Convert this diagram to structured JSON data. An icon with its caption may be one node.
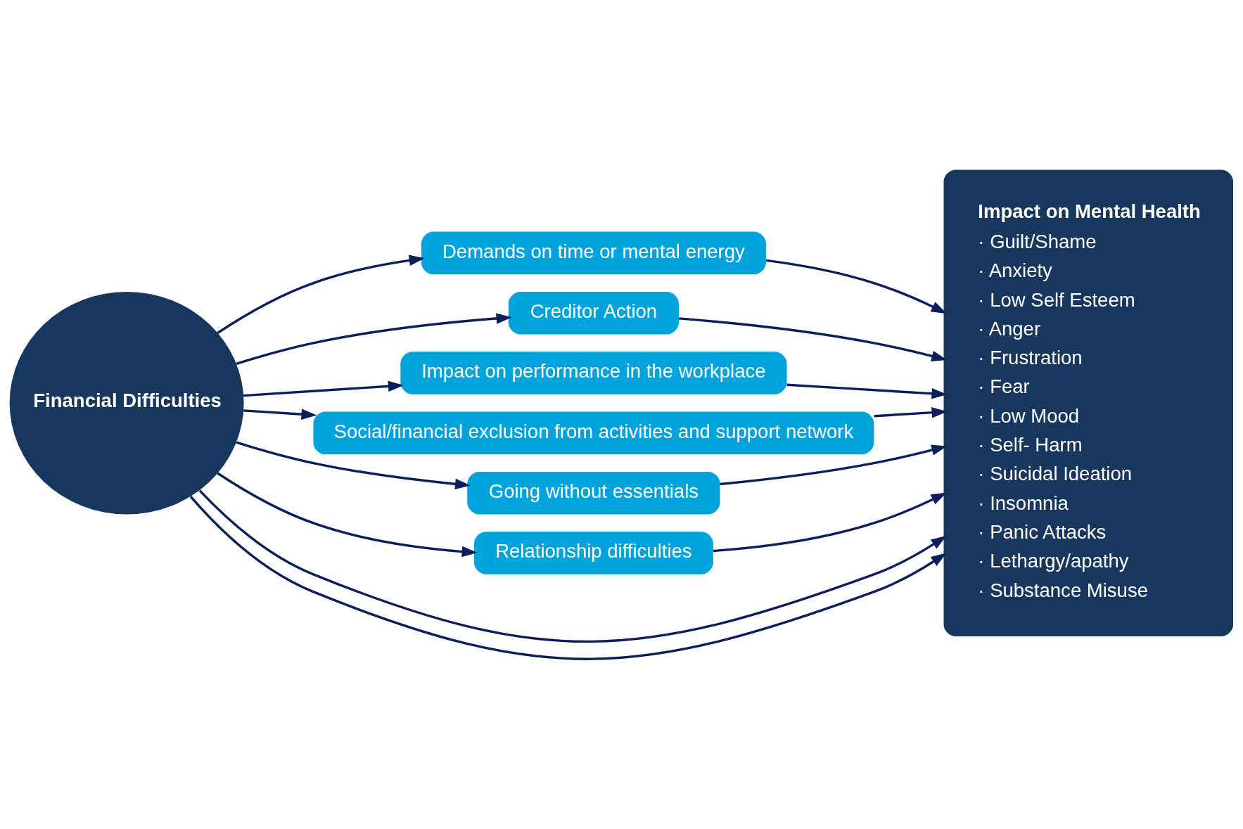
{
  "diagram": {
    "nodes": [
      {
        "text": [
          "Financial Difficulties"
        ]
      },
      {
        "text": [
          "Demands on time or mental energy"
        ]
      },
      {
        "text": [
          "Creditor Action"
        ]
      },
      {
        "text": [
          "Impact on performance in the workplace"
        ]
      },
      {
        "text": [
          "Social/financial exclusion from activities and support network"
        ]
      },
      {
        "text": [
          "Going without essentials"
        ]
      },
      {
        "text": [
          "Relationship difficulties"
        ]
      },
      {
        "text": [
          "Impact on Mental Health",
          "· Guilt/Shame",
          "· Anxiety",
          "· Low Self Esteem",
          "· Anger",
          "· Frustration",
          "· Fear",
          "· Low Mood",
          "· Self- Harm",
          "· Suicidal Ideation",
          "· Insomnia",
          "· Panic Attacks",
          "· Lethargy/apathy",
          "· Substance Misuse"
        ]
      }
    ],
    "edges": [
      {
        "from": 0,
        "to": 7,
        "arrow": "to"
      },
      {
        "from": 0,
        "to": 1,
        "arrow": "to"
      },
      {
        "from": 0,
        "to": 2,
        "arrow": "to"
      },
      {
        "from": 0,
        "to": 3,
        "arrow": "to"
      },
      {
        "from": 0,
        "to": 4,
        "arrow": "to"
      },
      {
        "from": 0,
        "to": 5,
        "arrow": "to"
      },
      {
        "from": 0,
        "to": 6,
        "arrow": "to"
      },
      {
        "from": 0,
        "to": 7,
        "arrow": "to"
      },
      {
        "from": 1,
        "to": 7,
        "arrow": "to"
      },
      {
        "from": 2,
        "to": 7,
        "arrow": "to"
      },
      {
        "from": 3,
        "to": 7,
        "arrow": "to"
      },
      {
        "from": 4,
        "to": 7,
        "arrow": "to"
      },
      {
        "from": 5,
        "to": 7,
        "arrow": "to"
      },
      {
        "from": 6,
        "to": 7,
        "arrow": "to"
      }
    ]
  }
}
